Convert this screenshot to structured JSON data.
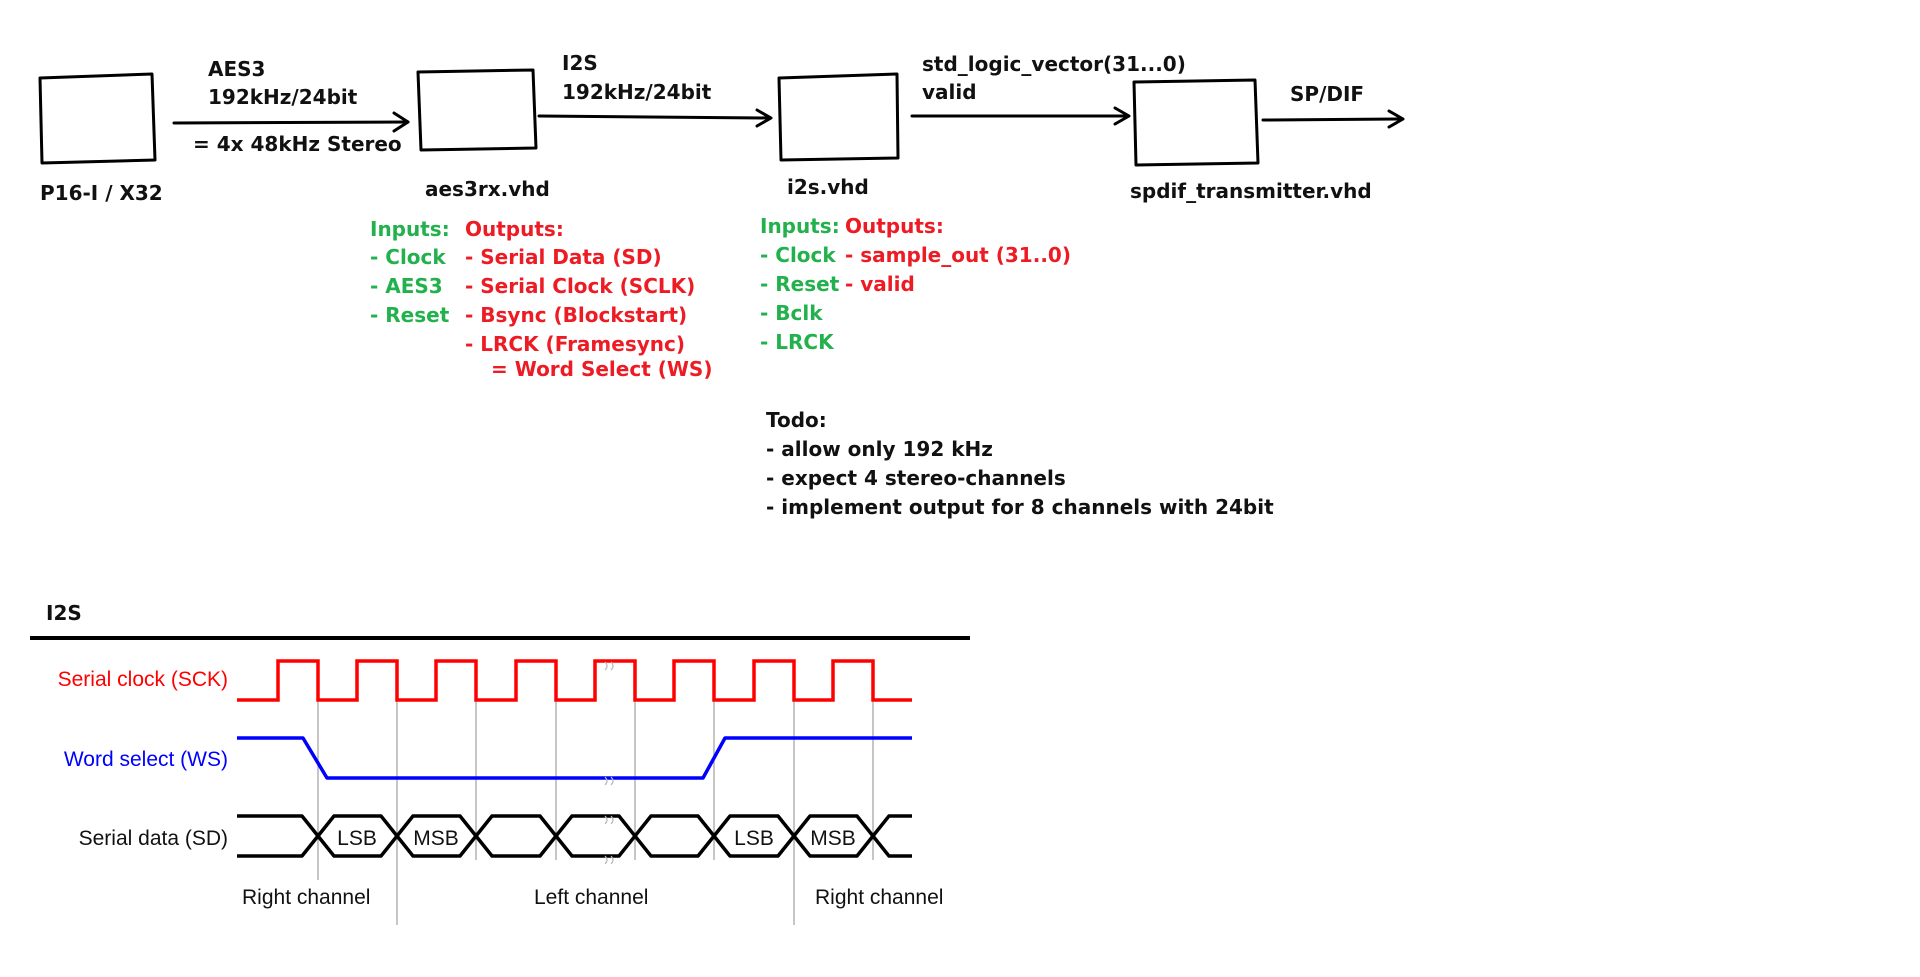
{
  "colors": {
    "text": "#111111",
    "inputs": "#22b14c",
    "outputs": "#ed1c24",
    "sck": "#ff0000",
    "ws": "#0000ff",
    "sd": "#000000",
    "guide": "#a0a0a0"
  },
  "blocks": [
    {
      "name": "P16-I / X32"
    },
    {
      "name": "aes3rx.vhd"
    },
    {
      "name": "i2s.vhd"
    },
    {
      "name": "spdif_transmitter.vhd"
    }
  ],
  "links": [
    {
      "line1": "AES3",
      "line2": "192kHz/24bit",
      "note": "= 4x 48kHz Stereo"
    },
    {
      "line1": "I2S",
      "line2": "192kHz/24bit"
    },
    {
      "line1": "std_logic_vector(31...0)",
      "line2": "valid"
    },
    {
      "line1": "SP/DIF"
    }
  ],
  "aes3rx_io": {
    "inputs_title": "Inputs:",
    "inputs": [
      "- Clock",
      "- AES3",
      "- Reset"
    ],
    "outputs_title": "Outputs:",
    "outputs": [
      "- Serial Data (SD)",
      "- Serial Clock (SCLK)",
      "- Bsync (Blockstart)",
      "- LRCK (Framesync)",
      "= Word Select (WS)"
    ]
  },
  "i2s_io": {
    "inputs_title": "Inputs:",
    "inputs": [
      "- Clock",
      "- Reset",
      "- Bclk",
      "- LRCK"
    ],
    "outputs_title": "Outputs:",
    "outputs": [
      "- sample_out (31..0)",
      "- valid"
    ]
  },
  "todo": {
    "title": "Todo:",
    "items": [
      "- allow only 192 kHz",
      "- expect 4 stereo-channels",
      "- implement output for 8 channels with 24bit"
    ]
  },
  "timing": {
    "title": "I2S",
    "signals": {
      "sck": "Serial clock (SCK)",
      "ws": "Word select (WS)",
      "sd": "Serial data (SD)"
    },
    "sd_words": [
      "LSB",
      "MSB",
      "LSB",
      "MSB"
    ],
    "channels": [
      "Right channel",
      "Left channel",
      "Right channel"
    ]
  }
}
